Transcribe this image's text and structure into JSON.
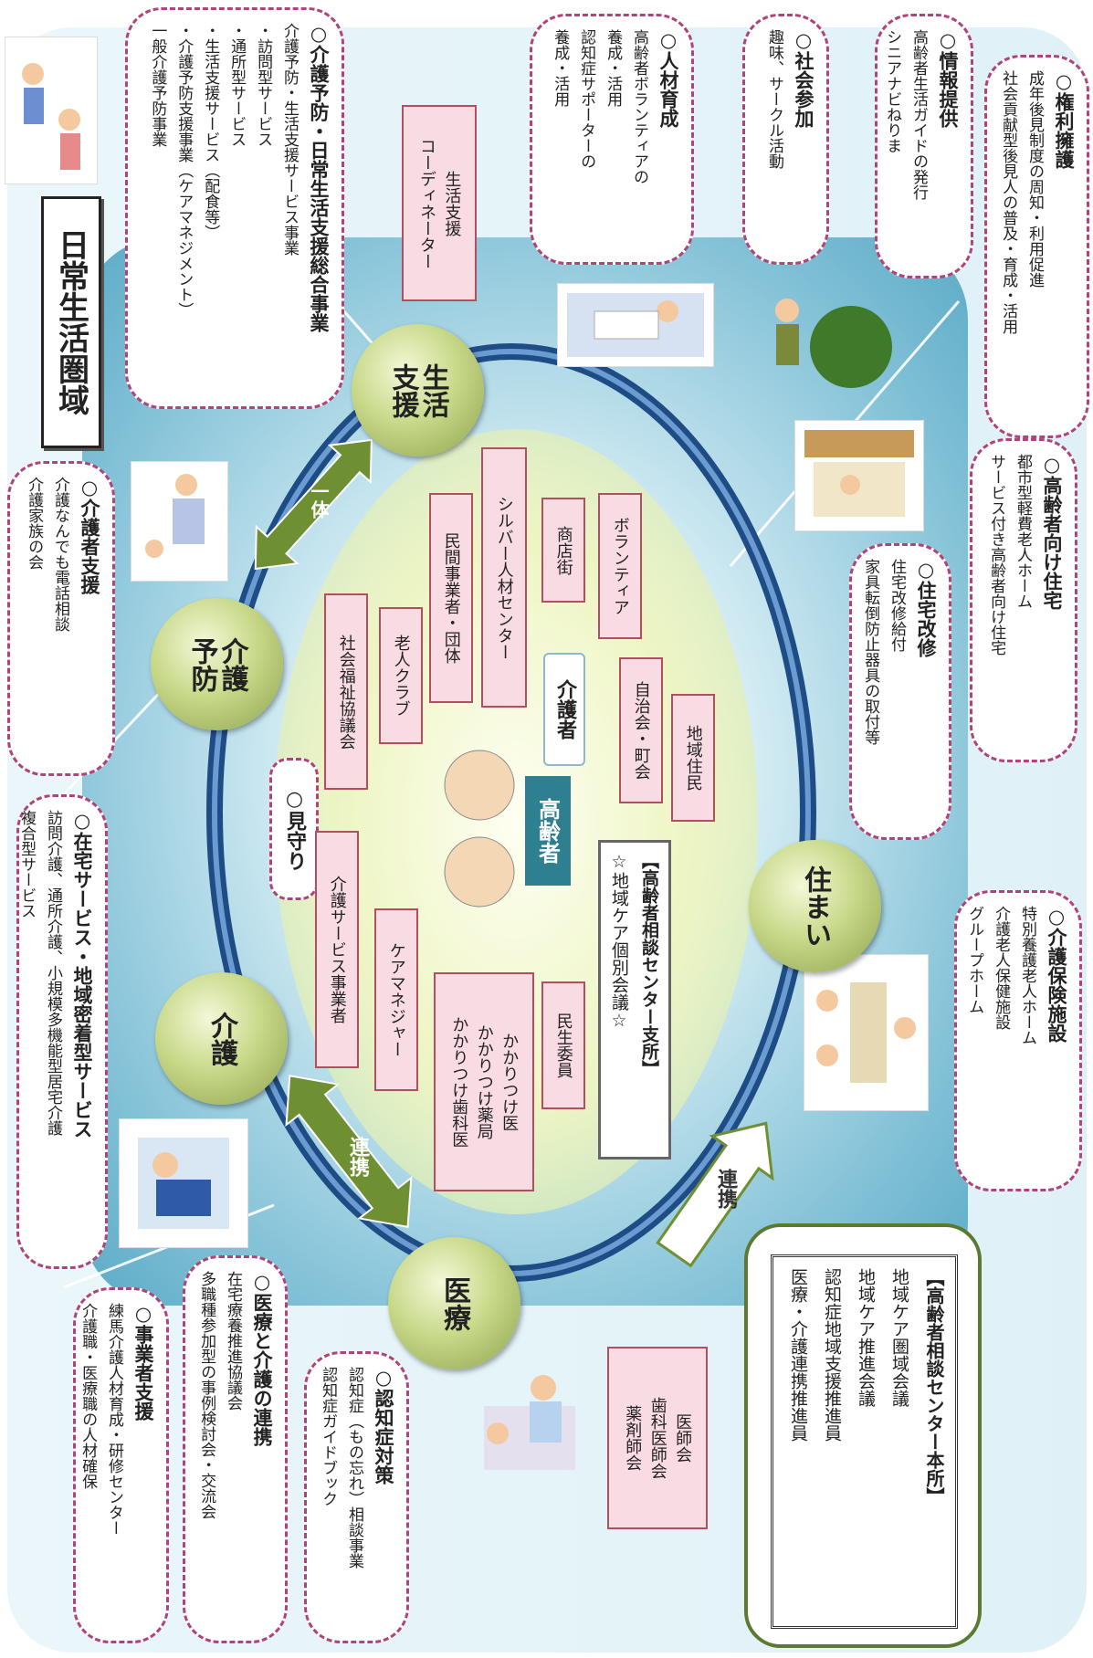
{
  "title": "日常生活圏域",
  "orbs": {
    "life_support": [
      "生活",
      "支援"
    ],
    "care_prevention": [
      "介護",
      "予防"
    ],
    "care": [
      "介護"
    ],
    "medical": [
      "医療"
    ],
    "housing": [
      "住まい"
    ]
  },
  "labels": {
    "mimamori": "○見守り",
    "ittai": "一体",
    "renkei_left": "連携",
    "renkei_right": "連携",
    "elderly": "高齢者",
    "caregiver": "介護者"
  },
  "pink_boxes": {
    "coordinator": [
      "生活支援",
      "コーディネーター"
    ],
    "silver": [
      "シルバー人材センター"
    ],
    "private": [
      "民間事業者・団体"
    ],
    "shopping": [
      "商店街"
    ],
    "volunteer": [
      "ボランティア"
    ],
    "welfare": [
      "社会福祉協議会"
    ],
    "seniors_club": [
      "老人クラブ"
    ],
    "town_assoc": [
      "自治会・町会"
    ],
    "residents": [
      "地域住民"
    ],
    "care_service": [
      "介護サービス事業者"
    ],
    "care_manager": [
      "ケアマネジャー"
    ],
    "family_doctor": [
      "かかりつけ医",
      "かかりつけ薬局",
      "かかりつけ歯科医"
    ],
    "welfare_commissioner": [
      "民生委員"
    ],
    "medical_assoc": [
      "医師会",
      "歯科医師会",
      "薬剤師会"
    ]
  },
  "branch": [
    "【高齢者相談センター支所】",
    "☆地域ケア個別会議☆"
  ],
  "honsho": {
    "title": "【高齢者相談センター本所】",
    "items": [
      "地域ケア圏域会議",
      "地域ケア推進会議",
      "認知症地域支援推進員",
      "医療・介護連携推進員"
    ]
  },
  "panels": {
    "sogo": {
      "title": "○介護予防・日常生活支援総合事業",
      "lines": [
        "介護予防・生活支援サービス事業",
        "・訪問型サービス",
        "・通所型サービス",
        "・生活支援サービス（配食等）",
        "・介護予防支援事業（ケアマネジメント）",
        "一般介護予防事業"
      ]
    },
    "jinzai": {
      "title": "○人材育成",
      "lines": [
        "高齢者ボランティアの",
        "養成・活用",
        "認知症サポーターの",
        "養成・活用"
      ]
    },
    "shakai": {
      "title": "○社会参加",
      "lines": [
        "趣味、サークル活動"
      ]
    },
    "joho": {
      "title": "○情報提供",
      "lines": [
        "高齢者生活ガイドの発行",
        "シニアナビねりま"
      ]
    },
    "kenri": {
      "title": "○権利擁護",
      "lines": [
        "成年後見制度の周知・利用促進",
        "社会貢献型後見人の普及・育成・活用"
      ]
    },
    "kaigosha": {
      "title": "○介護者支援",
      "lines": [
        "介護なんでも電話相談",
        "介護家族の会"
      ]
    },
    "zaitaku": {
      "title": "○在宅サービス・地域密着型サービス",
      "lines": [
        "訪問介護、通所介護、小規模多機能型居宅介護",
        "複合型サービス"
      ]
    },
    "jigyosha": {
      "title": "○事業者支援",
      "lines": [
        "練馬介護人材育成・研修センター",
        "介護職・医療職の人材確保"
      ]
    },
    "iryo": {
      "title": "○医療と介護の連携",
      "lines": [
        "在宅療養推進協議会",
        "多職種参加型の事例検討会・交流会"
      ]
    },
    "ninchi": {
      "title": "○認知症対策",
      "lines": [
        "認知症（もの忘れ）相談事業",
        "認知症ガイドブック"
      ]
    },
    "koureisha": {
      "title": "○高齢者向け住宅",
      "lines": [
        "都市型軽費老人ホーム",
        "サービス付き高齢者向け住宅"
      ]
    },
    "jutaku": {
      "title": "○住宅改修",
      "lines": [
        "住宅改修給付",
        "家具転倒防止器具の取付等"
      ]
    },
    "shisetsu": {
      "title": "○介護保険施設",
      "lines": [
        "特別養護老人ホーム",
        "介護老人保健施設",
        "グループホーム"
      ]
    }
  },
  "colors": {
    "panel_border": "#b0437a",
    "pink_box": "#f9dbe4",
    "orb": "#b6c96b",
    "ring": "#3d6fa8",
    "arrow": "#7a9a3a"
  }
}
